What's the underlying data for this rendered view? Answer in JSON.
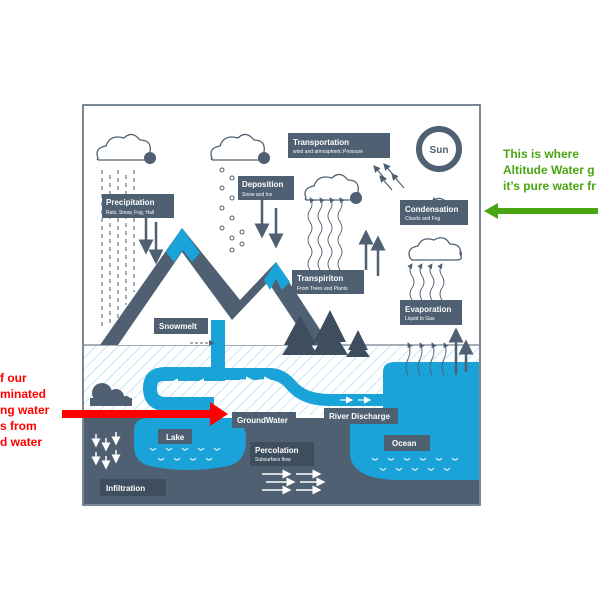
{
  "colors": {
    "slate": "#4f6072",
    "dark": "#3e4e5f",
    "water": "#1aa3d8",
    "green": "#4aa512",
    "red": "#ff0000"
  },
  "labels": {
    "precipitation": {
      "title": "Precipitation",
      "sub": "Rain, Snow, Fog, Hail"
    },
    "deposition": {
      "title": "Deposition",
      "sub": "Snow and Ice"
    },
    "transportation": {
      "title": "Transportation",
      "sub": "wind and atmospheric Pressure"
    },
    "sun": "Sun",
    "condensation": {
      "title": "Condensation",
      "sub": "Clouds and Fog"
    },
    "transpiration": {
      "title": "Transpiriton",
      "sub": "From Trees and Plants"
    },
    "evaporation": {
      "title": "Evaporation",
      "sub": "Liquid to Gas"
    },
    "snowmelt": "Snowmelt",
    "groundwater": "GroundWater",
    "river_discharge": "River Discharge",
    "lake": "Lake",
    "ocean": "Ocean",
    "percolation": {
      "title": "Percolation",
      "sub": "Subsurface flow"
    },
    "infiltration": "Infiltration"
  },
  "annotations": {
    "green": [
      "This is where",
      "Altitude Water g",
      "it’s pure water fr"
    ],
    "red": [
      "f our",
      "minated",
      "ng water",
      "s from",
      "d water"
    ]
  },
  "icons": [
    "cloud-icon",
    "mountain-icon",
    "pine-tree-icon",
    "rock-icon",
    "arrow-icon",
    "sun-icon"
  ]
}
